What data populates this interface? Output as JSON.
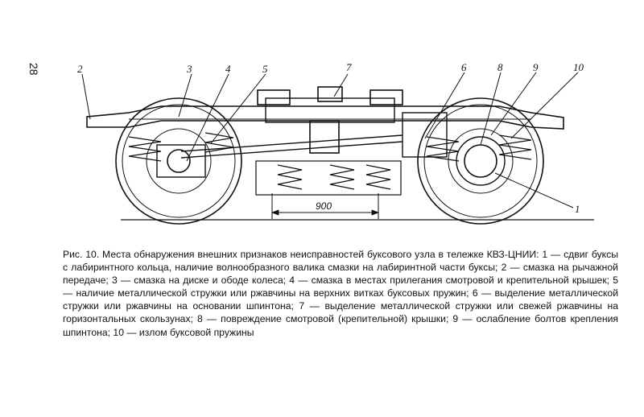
{
  "page": {
    "number": "28"
  },
  "figure": {
    "callouts": [
      "1",
      "2",
      "3",
      "4",
      "5",
      "6",
      "7",
      "8",
      "9",
      "10"
    ],
    "dimension": "900"
  },
  "caption": {
    "text": "Рис. 10. Места обнаружения внешних признаков неисправностей буксового узла в тележке КВЗ-ЦНИИ: 1 — сдвиг буксы с лабиринтного кольца, наличие волнообразного валика смазки на лабиринтной части буксы; 2 — смазка на рычажной передаче; 3 — смазка на диске и ободе колеса; 4 — смазка в местах прилегания смотровой и крепительной крышек; 5 — наличие металлической стружки или ржавчины на верхних витках буксовых пружин; 6 — выделение металлической стружки или ржавчины на основании шпинтона; 7 — выделение металлической стружки или свежей ржавчины на горизонтальных скользунах; 8 — повреждение смотровой (крепительной) крышки; 9 — ослабление болтов крепления шпинтона; 10 — излом буксовой пружины"
  }
}
